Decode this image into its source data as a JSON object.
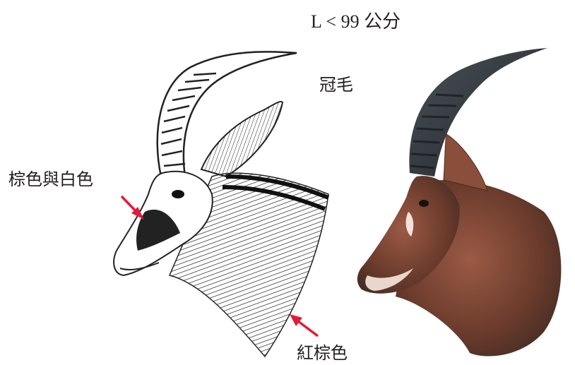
{
  "labels": {
    "horn_length": "L < 99 公分",
    "crest": "冠毛",
    "face_color": "棕色與白色",
    "throat_color": "紅棕色"
  },
  "colors": {
    "arrow": "#e31b3b",
    "ink": "#231f20",
    "horn_photo": "#2b3035",
    "coat_photo": "#6b3b2c"
  },
  "illustrations": [
    {
      "name": "antelope-head-line-drawing",
      "style": "pen-and-ink"
    },
    {
      "name": "antelope-head-photo",
      "style": "color-photograph"
    }
  ]
}
